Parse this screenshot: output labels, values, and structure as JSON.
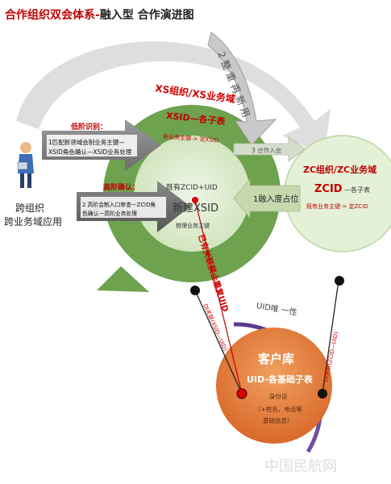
{
  "title": {
    "main": "合作组织双会体系-",
    "sub": "融入型 合作演进图"
  },
  "actor": {
    "line1": "跨组织",
    "line2": "跨业务域应用"
  },
  "low_arrow": {
    "tag": "低阶识别：",
    "line1": "1匹配新领域会制业务主键—",
    "line2": "XSID角色确认—XSID业务处理"
  },
  "high_arrow": {
    "tag": "高阶确认：",
    "line1": "2 高阶会制入口审查—ZCID角",
    "line2": "色确认—高阶业务处理"
  },
  "xs_circle": {
    "arc_title": "XS组织/XS业务域",
    "xsid_label": "XSID—各子表",
    "key_text": "新业务主键-> 定XSID",
    "inner_line1": "既有ZCID+UID",
    "inner_line2": "新建XSID",
    "inner_line3": "梳理业务主键"
  },
  "zc_circle": {
    "title": "ZC组织/ZC业务域",
    "zcid_label": "ZCID",
    "zcid_suffix": "—各子表",
    "key_text": "既有业务主键-> 定ZCID"
  },
  "arrows": {
    "cooperate": "3 合作入会",
    "fusion": "1融入度占位",
    "reuse": "2 整 重 再 新 用"
  },
  "customer": {
    "uid_arc": "UID唯 一性",
    "title": "客户库",
    "uid_label": "UID-各基础子表",
    "line1": "身份证",
    "line2": "（+姓名、电话等",
    "line3": "基础信息）"
  },
  "relations": {
    "red_vertical": "已有关联禁止重复UID",
    "left_link": "DI关联(XSID—UID)",
    "right_link": "DI关联(ZCID—UID)"
  },
  "watermark": "中国民航网",
  "colors": {
    "title_red": "#c00000",
    "xs_arc": "#5f9642",
    "zc_fill": "#e4f1d6",
    "customer_fill": "#e07b39",
    "purple": "#5b3b8c",
    "arrow_gray": "#8c8c8c"
  }
}
